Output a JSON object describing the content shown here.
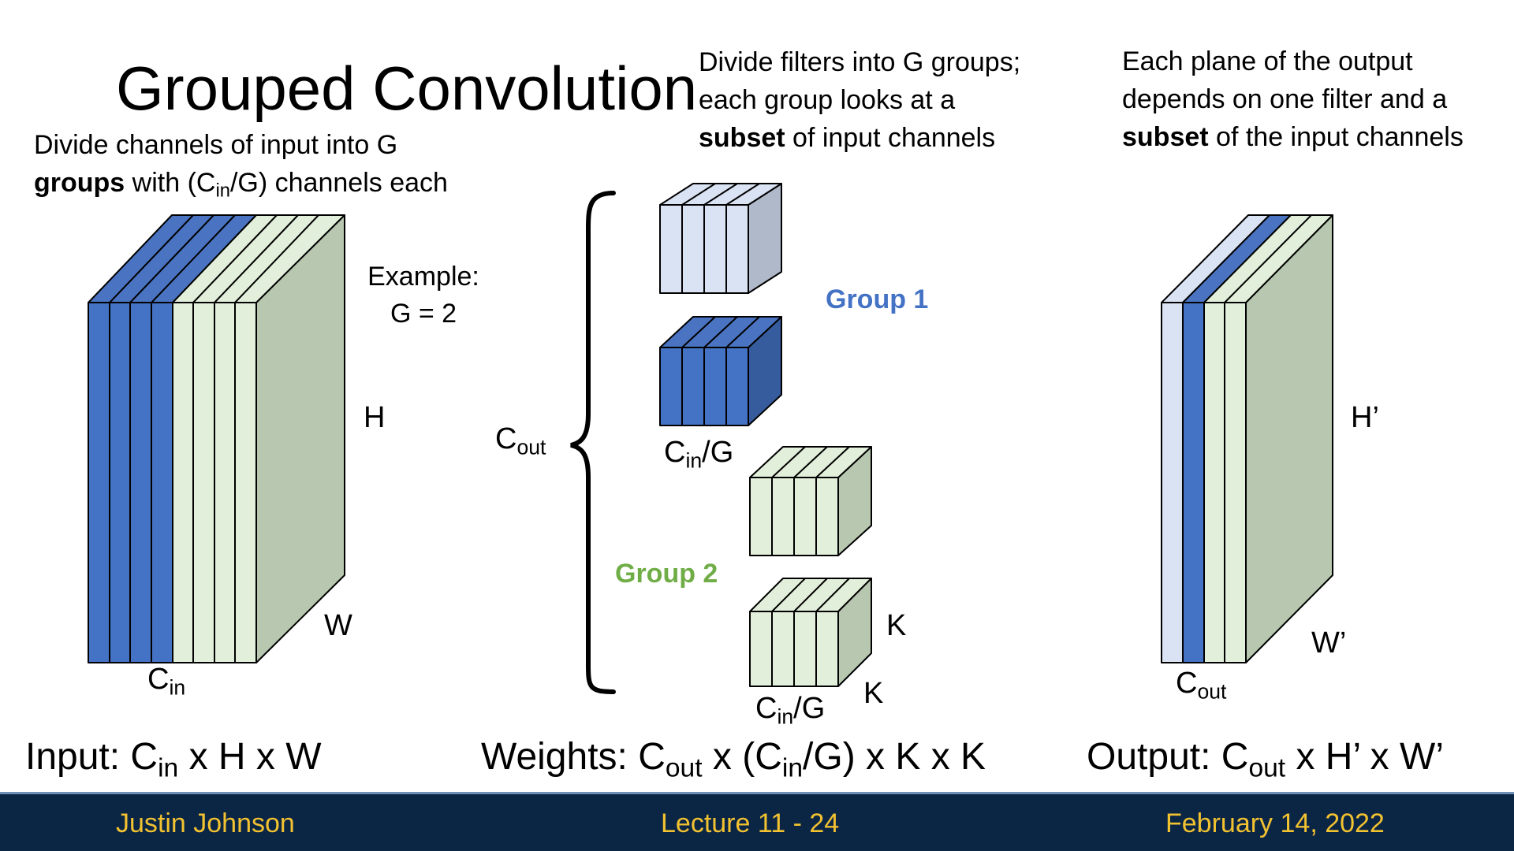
{
  "slide": {
    "title": "Grouped Convolution",
    "left_caption": {
      "line1": "Divide channels of input into G",
      "bold": "groups",
      "line2_pre": " with (C",
      "line2_sub": "in",
      "line2_post": "/G) channels each"
    },
    "mid_caption": {
      "line1": "Divide filters into G groups;",
      "line2": "each group looks at a",
      "bold": "subset",
      "line3_post": " of input channels"
    },
    "right_caption": {
      "line1": "Each plane of the output",
      "line2": "depends on one filter and a",
      "bold": "subset",
      "line3_post": " of the input channels"
    },
    "example": {
      "line1": "Example:",
      "line2": "G = 2"
    },
    "group1_label": "Group 1",
    "group2_label": "Group 2",
    "labels": {
      "H": "H",
      "W": "W",
      "C": "C",
      "in": "in",
      "out": "out",
      "cin_g_post": "/G",
      "K": "K",
      "H_prime": "H’",
      "W_prime": "W’"
    },
    "bottom": {
      "input": {
        "pre": "Input: C",
        "sub": "in",
        "post": " x H x W"
      },
      "weights": {
        "pre": "Weights: C",
        "sub1": "out",
        "mid": " x (C",
        "sub2": "in",
        "post": "/G) x K x K"
      },
      "output": {
        "pre": "Output: C",
        "sub": "out",
        "post": " x H’ x W’"
      }
    }
  },
  "footer": {
    "author": "Justin Johnson",
    "lecture": "Lecture 11 - 24",
    "date": "February 14, 2022"
  },
  "colors": {
    "blue": "#4472c4",
    "blue_top": "#4a74c2",
    "blue_side": "#365c9e",
    "light_blue": "#dae3f3",
    "light_blue_side": "#b0b9c9",
    "green": "#e2efda",
    "green_side": "#b8c7b0",
    "group1_text": "#4472c4",
    "group2_text": "#70ad47",
    "footer_bg": "#0b2545",
    "footer_text": "#f2c230"
  }
}
